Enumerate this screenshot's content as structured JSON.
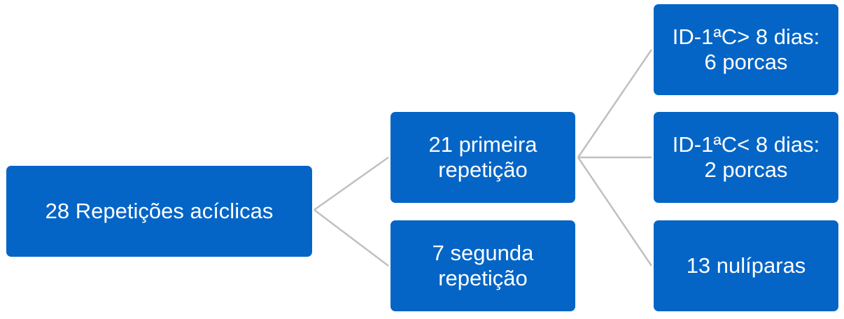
{
  "diagram": {
    "root": {
      "lines": [
        "28 Repetições acíclicas"
      ]
    },
    "level1": [
      {
        "lines": [
          "21 primeira",
          "repetição"
        ]
      },
      {
        "lines": [
          "7 segunda",
          "repetição"
        ]
      }
    ],
    "level2": [
      {
        "lines": [
          "ID-1ªC> 8 dias:",
          "6 porcas"
        ]
      },
      {
        "lines": [
          "ID-1ªC< 8 dias:",
          "2 porcas"
        ]
      },
      {
        "lines": [
          "13 nulíparas"
        ]
      }
    ],
    "colors": {
      "node_fill": "#0565c6",
      "node_text": "#ffffff",
      "connector": "#c0c0c0"
    }
  }
}
